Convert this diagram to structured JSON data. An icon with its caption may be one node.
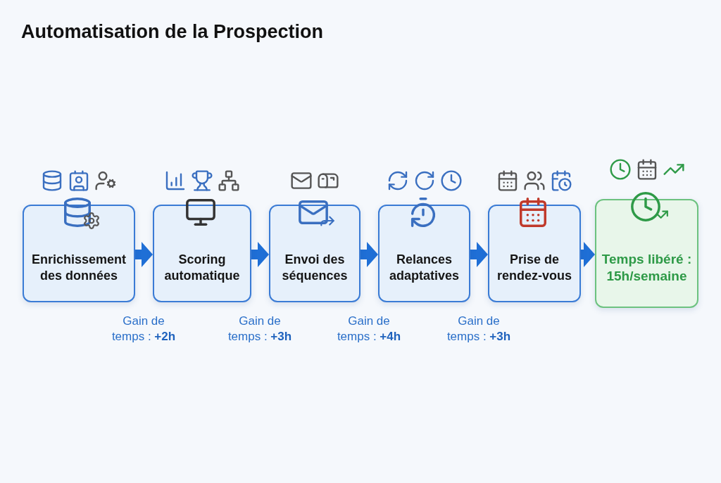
{
  "diagram": {
    "title": "Automatisation de la Prospection",
    "nodes": [
      {
        "text": [
          "Enrichissement des données"
        ]
      },
      {
        "text": [
          "Scoring automatique"
        ]
      },
      {
        "text": [
          "Envoi des séquences"
        ]
      },
      {
        "text": [
          "Relances adaptatives"
        ]
      },
      {
        "text": [
          "Prise de rendez-vous"
        ]
      },
      {
        "text": [
          "Temps libéré : 15h/semaine"
        ]
      }
    ],
    "edges": [
      {
        "from": 0,
        "to": 1,
        "arrow": "to"
      },
      {
        "from": 1,
        "to": 2,
        "arrow": "to"
      },
      {
        "from": 2,
        "to": 3,
        "arrow": "to"
      },
      {
        "from": 3,
        "to": 4,
        "arrow": "to"
      },
      {
        "from": 4,
        "to": 5,
        "arrow": "to"
      }
    ],
    "labels": [
      "Gain de temps : **+2h**",
      "Gain de temps : **+3h**",
      "Gain de temps : **+4h**",
      "Gain de temps : **+3h**"
    ]
  }
}
